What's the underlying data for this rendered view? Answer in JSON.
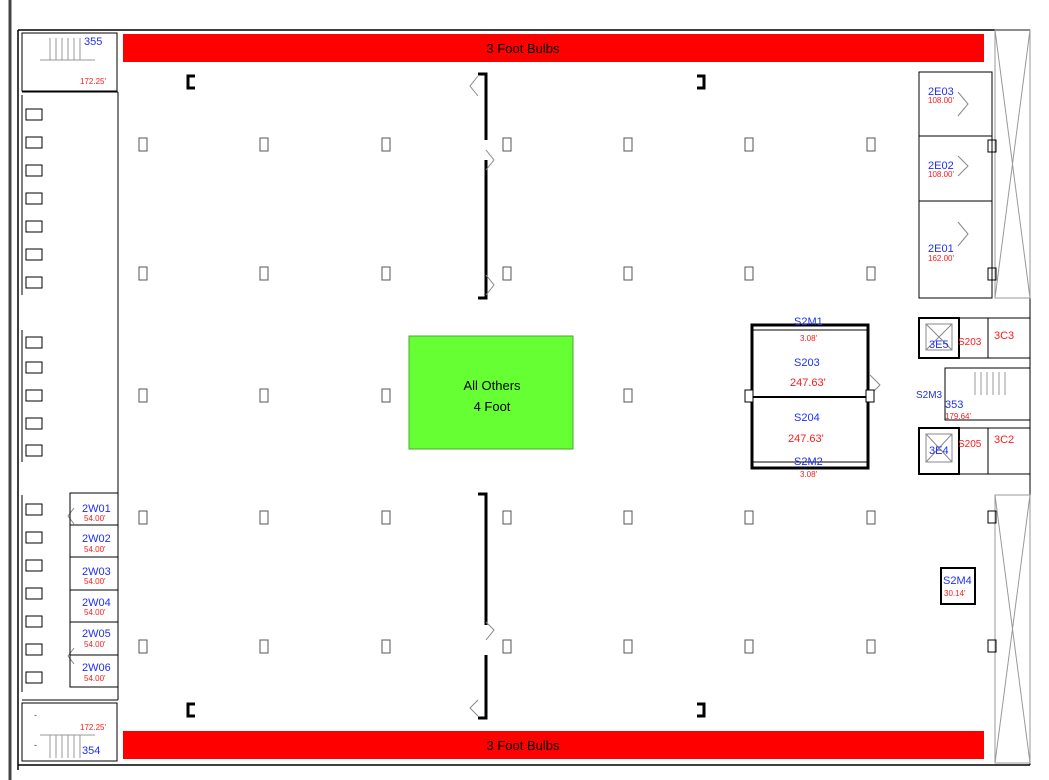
{
  "legend": {
    "top_bar": {
      "label": "3 Foot Bulbs",
      "color": "#ff0000"
    },
    "bottom_bar": {
      "label": "3 Foot Bulbs",
      "color": "#ff0000"
    },
    "center_box": {
      "line1": "All Others",
      "line2": "4 Foot",
      "color": "#66ff33"
    }
  },
  "rooms": {
    "stair_355": {
      "code": "355",
      "size": "172.25'"
    },
    "stair_354": {
      "code": "354",
      "size": "172.25'"
    },
    "stair_353": {
      "code": "353",
      "size": "179.64'"
    },
    "r2E03": {
      "code": "2E03",
      "size": "108.00'"
    },
    "r2E02": {
      "code": "2E02",
      "size": "108.00'"
    },
    "r2E01": {
      "code": "2E01",
      "size": "162.00'"
    },
    "r3E5": {
      "code": "3E5"
    },
    "r3E4": {
      "code": "3E4"
    },
    "rS203_small": {
      "code": "S203"
    },
    "rS205_small": {
      "code": "S205"
    },
    "r3C3": {
      "code": "3C3"
    },
    "r3C2": {
      "code": "3C2"
    },
    "rS2M1": {
      "code": "S2M1",
      "size": "3.08'"
    },
    "rS203": {
      "code": "S203",
      "size": "247.63'"
    },
    "rS204": {
      "code": "S204",
      "size": "247.63'"
    },
    "rS2M2": {
      "code": "S2M2",
      "size": "3.08'"
    },
    "rS2M3": {
      "code": "S2M3"
    },
    "rS2M4": {
      "code": "S2M4",
      "size": "30.14'"
    },
    "west": [
      {
        "code": "2W01",
        "size": "54.00'"
      },
      {
        "code": "2W02",
        "size": "54.00'"
      },
      {
        "code": "2W03",
        "size": "54.00'"
      },
      {
        "code": "2W04",
        "size": "54.00'"
      },
      {
        "code": "2W05",
        "size": "54.00'"
      },
      {
        "code": "2W06",
        "size": "54.00'"
      }
    ]
  }
}
